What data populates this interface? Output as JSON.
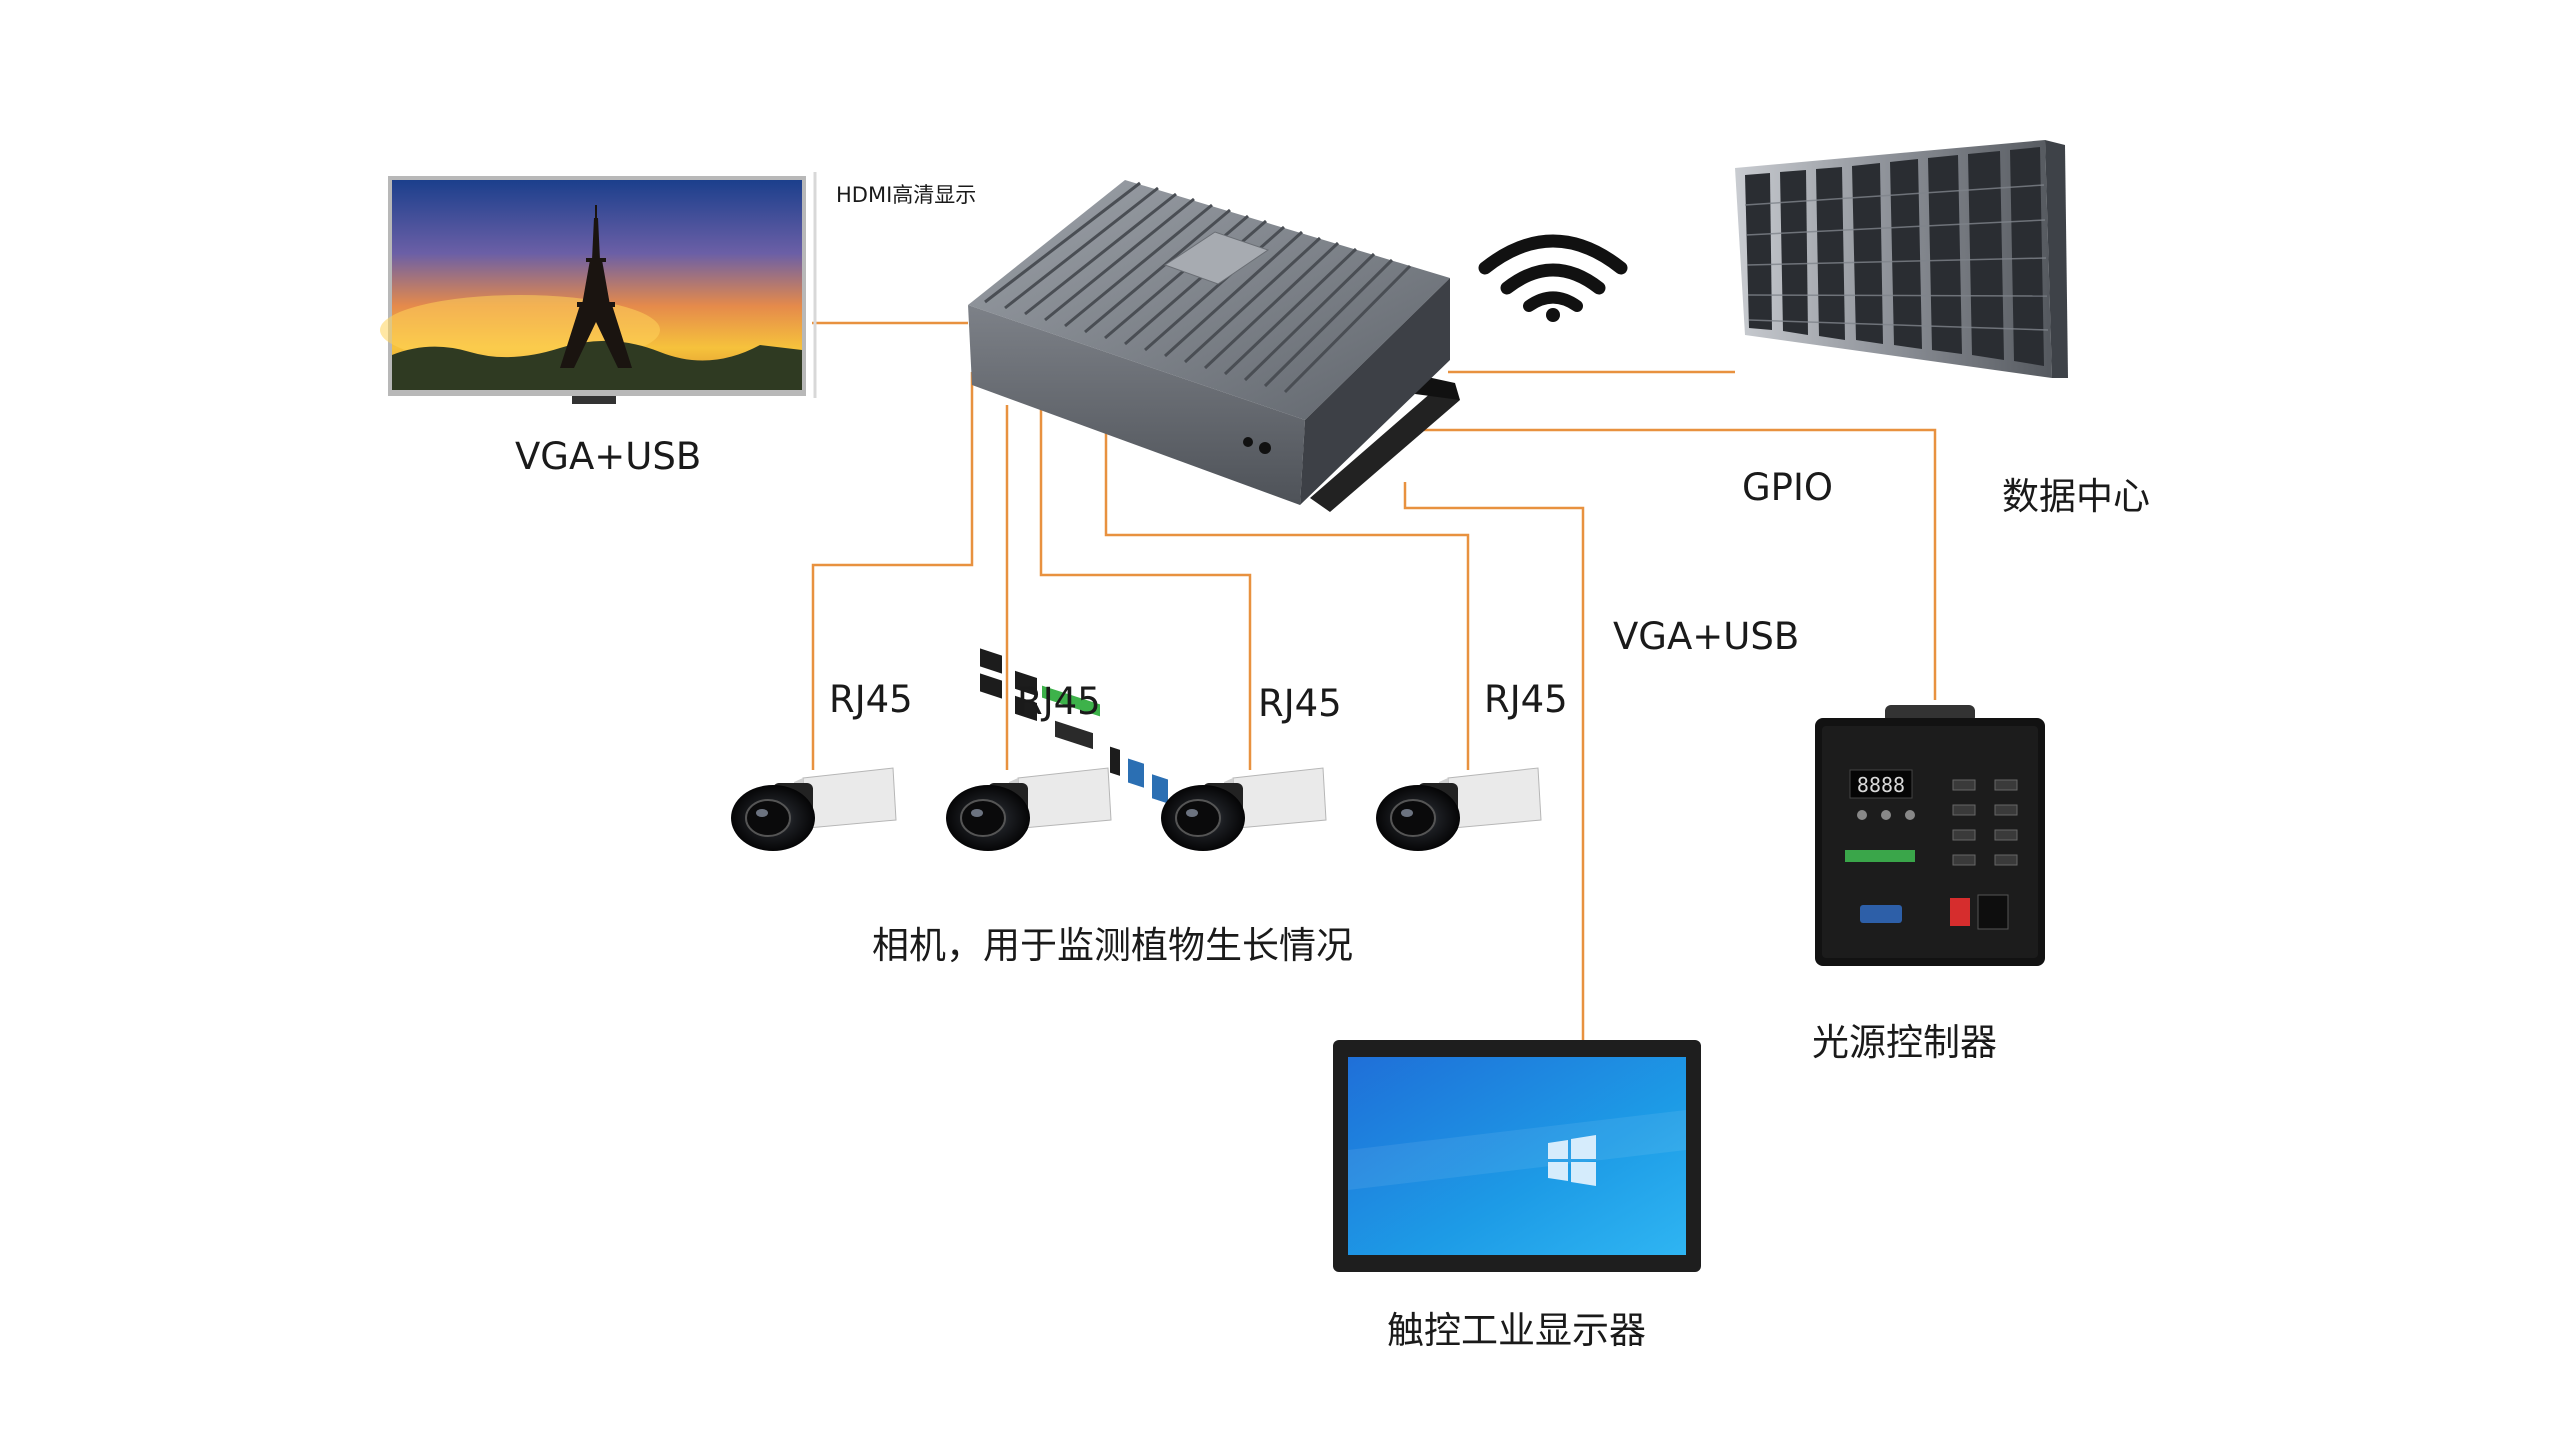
{
  "labels": {
    "hdmi": "HDMI高清显示",
    "monitor_conn": "VGA+USB",
    "rj45_1": "RJ45",
    "rj45_2": "RJ45",
    "rj45_3": "RJ45",
    "rj45_4": "RJ45",
    "cameras": "相机，用于监测植物生长情况",
    "touch_conn": "VGA+USB",
    "touch_display": "触控工业显示器",
    "gpio": "GPIO",
    "light_controller": "光源控制器",
    "datacenter": "数据中心"
  },
  "device_text": {
    "led_display": "8888"
  },
  "colors": {
    "connector_line": "#e8913f",
    "background": "#ffffff",
    "text": "#1a1a1a"
  },
  "icons": {
    "monitor": "eiffel-tower-monitor-icon",
    "industrial_pc": "fanless-industrial-pc-icon",
    "wifi": "wifi-icon",
    "server": "server-rack-icon",
    "camera": "industrial-camera-icon",
    "light_controller": "light-source-controller-icon",
    "touch_display": "touch-display-icon"
  }
}
